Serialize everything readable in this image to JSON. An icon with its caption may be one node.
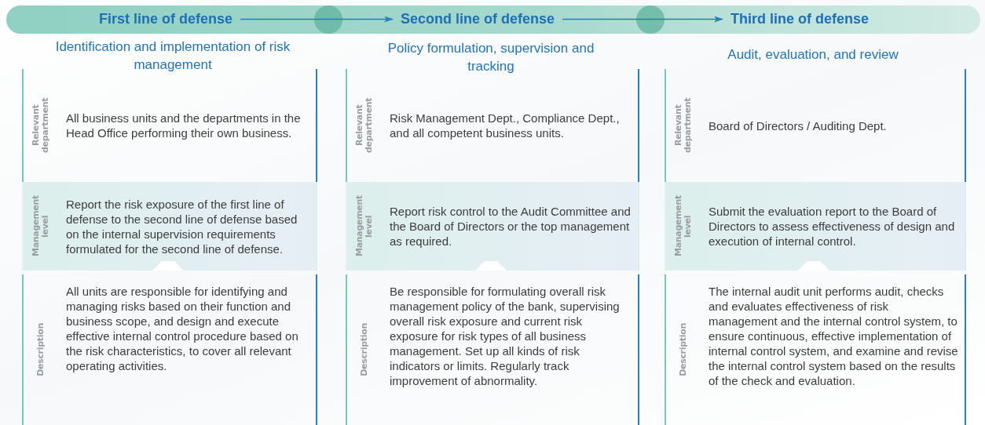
{
  "diagram": {
    "nodes": [
      {
        "text": [
          "First line of defense"
        ]
      },
      {
        "text": [
          "Second line of defense"
        ]
      },
      {
        "text": [
          "Third line of defense"
        ]
      },
      {
        "text": [
          "Relevant department",
          "All business units and the departments in the Head Office performing their own business."
        ]
      },
      {
        "text": [
          "Management level",
          "Report the risk exposure of the first line of defense to the second line of defense based on the internal supervision requirements formulated for the second line of defense."
        ]
      },
      {
        "text": [
          "Description",
          "All units are responsible for identifying and managing risks based on their function and business scope, and design and execute effective internal control procedure based on the risk characteristics, to cover all relevant operating activities."
        ]
      },
      {
        "text": [
          "Relevant department",
          "Risk Management Dept., Compliance Dept., and all competent business units."
        ]
      },
      {
        "text": [
          "Management level",
          "Report risk control to the Audit Committee and the Board of Directors or the top management as required."
        ]
      },
      {
        "text": [
          "Description",
          "Be responsible for formulating overall risk management policy of the bank, supervising overall risk exposure and current risk exposure for risk types of all business management. Set up all kinds of risk indicators or limits. Regularly track improvement of abnormality."
        ]
      },
      {
        "text": [
          "Relevant department",
          "Board of Directors / Auditing Dept."
        ]
      },
      {
        "text": [
          "Management level",
          "Submit the evaluation report to the Board of Directors to assess effectiveness of design and execution of internal control."
        ]
      },
      {
        "text": [
          "Description",
          "The internal audit unit performs audit, checks and evaluates effectiveness of risk management and the internal control system, to ensure continuous, effective implementation of internal control system, and examine and revise the internal control system based on the results of the check and evaluation."
        ]
      }
    ],
    "edges": [
      {
        "from": 0,
        "to": 1,
        "arrow": "to"
      },
      {
        "from": 1,
        "to": 2,
        "arrow": "to"
      }
    ],
    "labels": [
      "Identification and implementation of risk management",
      "Policy formulation, supervision and tracking",
      "Audit, evaluation, and review"
    ]
  }
}
